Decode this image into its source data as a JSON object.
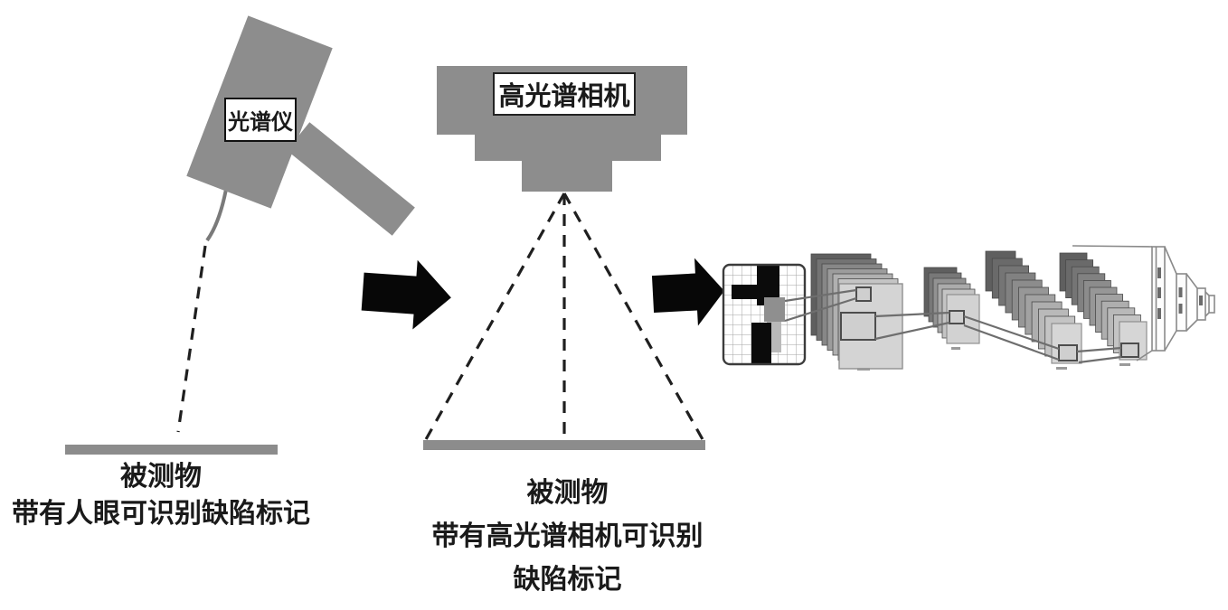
{
  "figure": {
    "background": "#ffffff",
    "colors": {
      "device_gray": "#8d8d8d",
      "surface_gray": "#8c8c8c",
      "dash_black": "#1f1f1f",
      "arrow_black": "#070707",
      "text_color": "#1a1a1a"
    },
    "stage1": {
      "device_label": "光谱仪",
      "caption_line1": "被测物",
      "caption_line2": "带有人眼可识别缺陷标记"
    },
    "stage2": {
      "device_label": "高光谱相机",
      "caption_line1": "被测物",
      "caption_line2": "带有高光谱相机可识别",
      "caption_line3": "缺陷标记"
    },
    "stage3": {
      "icon": "cnn-diagram-icon"
    },
    "flow": {
      "arrow_icon": "arrow-right-icon"
    }
  }
}
